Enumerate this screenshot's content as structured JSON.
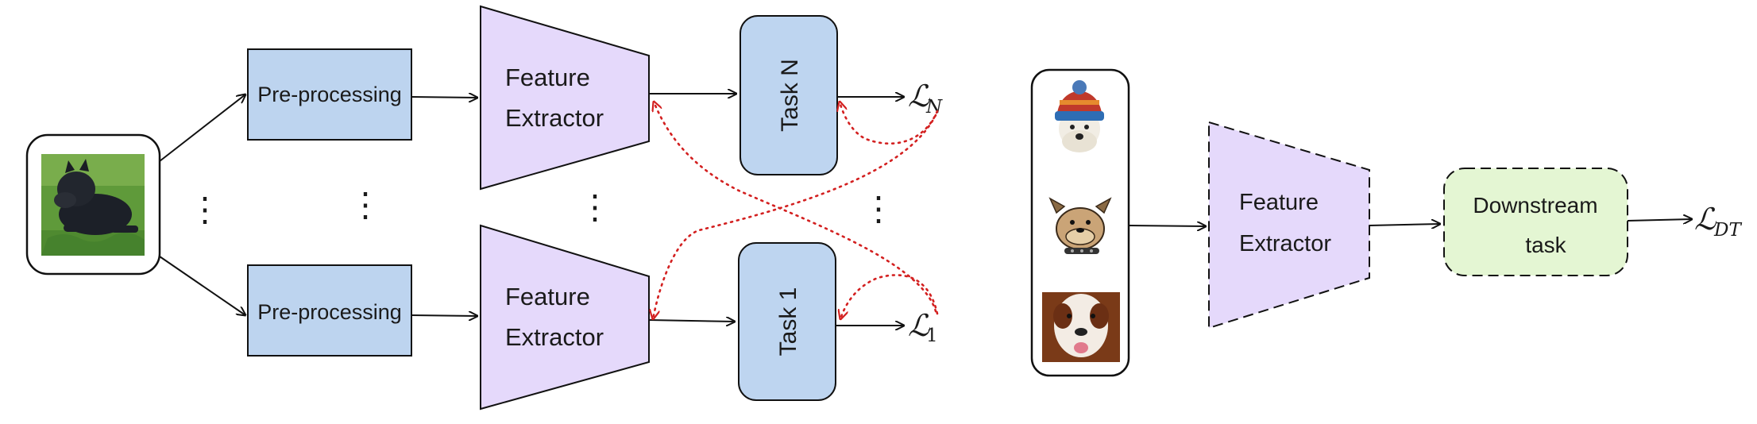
{
  "pretraining": {
    "preprocessing_label": "Pre-processing",
    "feature_extractor_line1": "Feature",
    "feature_extractor_line2": "Extractor",
    "task_top_label": "Task N",
    "task_bottom_label": "Task 1",
    "loss_top": {
      "symbol": "ℒ",
      "subscript": "N"
    },
    "loss_bottom": {
      "symbol": "ℒ",
      "subscript": "1"
    },
    "ellipsis": "⋮",
    "input_image": "photo of a black dog lying on grass"
  },
  "downstream": {
    "feature_extractor_line1": "Feature",
    "feature_extractor_line2": "Extractor",
    "task_line1": "Downstream",
    "task_line2": "task",
    "loss": {
      "symbol": "ℒ",
      "subscript": "DT"
    },
    "input_images": [
      "dog wearing knit hat",
      "cartoon bulldog",
      "saint bernard dog face"
    ]
  },
  "colors": {
    "preprocess_fill": "#bdd4ef",
    "extractor_fill": "#e5d9fb",
    "task_fill": "#bed5f0",
    "downstream_fill": "#e4f6d3",
    "gradient_arrow": "#d32020",
    "stroke": "#111111"
  }
}
